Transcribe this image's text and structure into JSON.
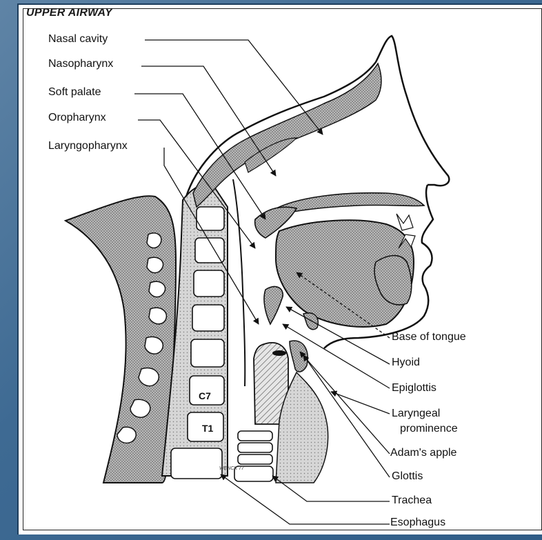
{
  "title": "UPPER AIRWAY",
  "labels_left": [
    "Nasal cavity",
    "Nasopharynx",
    "Soft palate",
    "Oropharynx",
    "Laryngopharynx"
  ],
  "labels_right": [
    "Base of tongue",
    "Hyoid",
    "Epiglottis",
    "Laryngeal",
    "prominence",
    "Adam's apple",
    "Glottis",
    "Trachea",
    "Esophagus"
  ],
  "vertebra_labels": [
    "C7",
    "T1"
  ],
  "signature": "WENCK 77"
}
